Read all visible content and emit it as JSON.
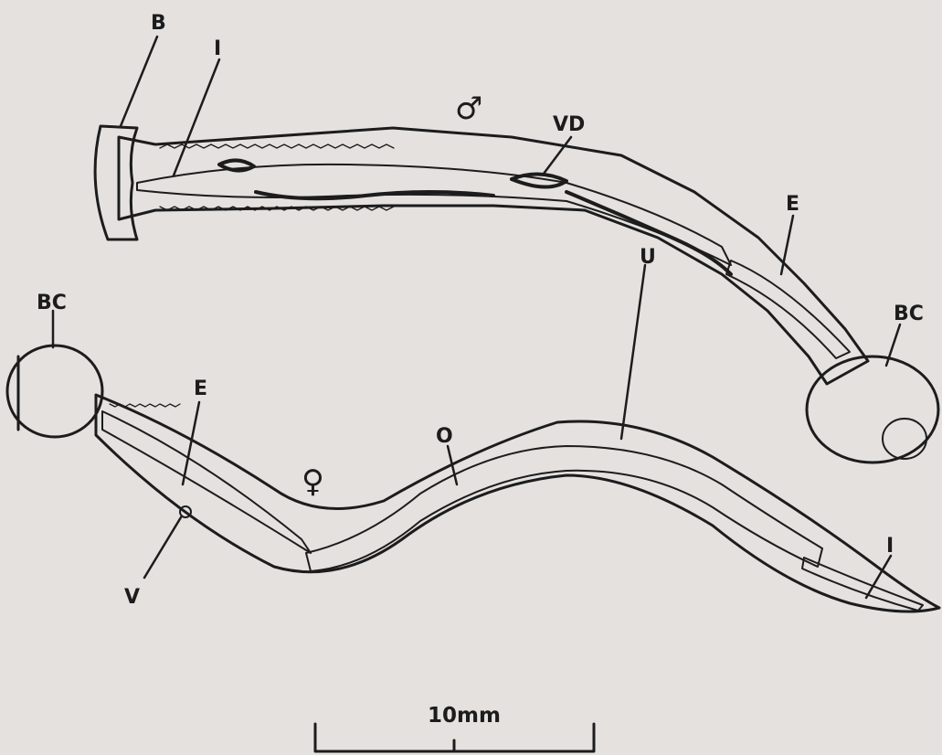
{
  "male": {
    "symbol": "♂",
    "labels": {
      "B": "B",
      "I": "I",
      "VD": "VD",
      "E": "E",
      "BC": "BC"
    }
  },
  "female": {
    "symbol": "♀",
    "labels": {
      "BC": "BC",
      "E": "E",
      "V": "V",
      "O": "O",
      "U": "U",
      "I": "I"
    }
  },
  "scale_bar": {
    "label": "10mm"
  },
  "colors": {
    "ink": "#1c1c1c",
    "paper": "#e4e1df",
    "body_fill": "#dcd8d4"
  }
}
